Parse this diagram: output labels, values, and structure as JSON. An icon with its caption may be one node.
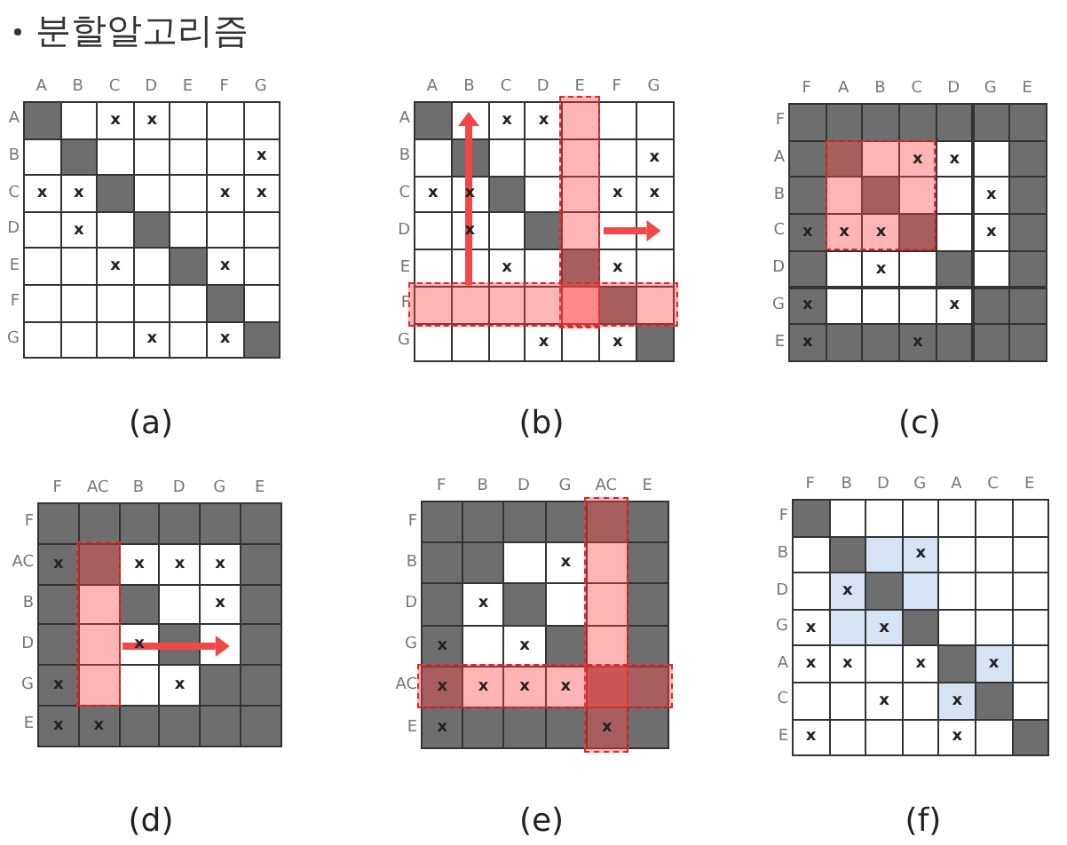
{
  "diagram": {
    "title": "분할알고리즘",
    "labels": [
      "A",
      "B",
      "C",
      "D",
      "E",
      "F",
      "G",
      "A",
      "x",
      "x",
      "B",
      "x",
      "C",
      "x",
      "x",
      "x",
      "x",
      "D",
      "x",
      "E",
      "x",
      "x",
      "F",
      "G",
      "x",
      "x",
      "(a)",
      "A",
      "B",
      "C",
      "D",
      "E",
      "F",
      "G",
      "A",
      "x",
      "x",
      "B",
      "x",
      "C",
      "x",
      "x",
      "x",
      "x",
      "D",
      "x",
      "E",
      "x",
      "x",
      "F",
      "G",
      "x",
      "x",
      "(b)",
      "F",
      "A",
      "B",
      "C",
      "D",
      "G",
      "E",
      "F",
      "A",
      "x",
      "x",
      "B",
      "x",
      "C",
      "x",
      "x",
      "x",
      "x",
      "D",
      "x",
      "G",
      "x",
      "x",
      "E",
      "x",
      "x",
      "(c)",
      "F",
      "AC",
      "B",
      "D",
      "G",
      "E",
      "F",
      "AC",
      "x",
      "x",
      "x",
      "x",
      "B",
      "x",
      "D",
      "x",
      "G",
      "x",
      "x",
      "E",
      "x",
      "x",
      "(d)",
      "F",
      "B",
      "D",
      "G",
      "AC",
      "E",
      "F",
      "B",
      "x",
      "D",
      "x",
      "G",
      "x",
      "x",
      "AC",
      "x",
      "x",
      "x",
      "x",
      "E",
      "x",
      "x",
      "(e)",
      "F",
      "B",
      "D",
      "G",
      "A",
      "C",
      "E",
      "F",
      "B",
      "x",
      "D",
      "x",
      "G",
      "x",
      "x",
      "A",
      "x",
      "x",
      "x",
      "x",
      "C",
      "x",
      "x",
      "E",
      "x",
      "x",
      "(f)"
    ]
  }
}
